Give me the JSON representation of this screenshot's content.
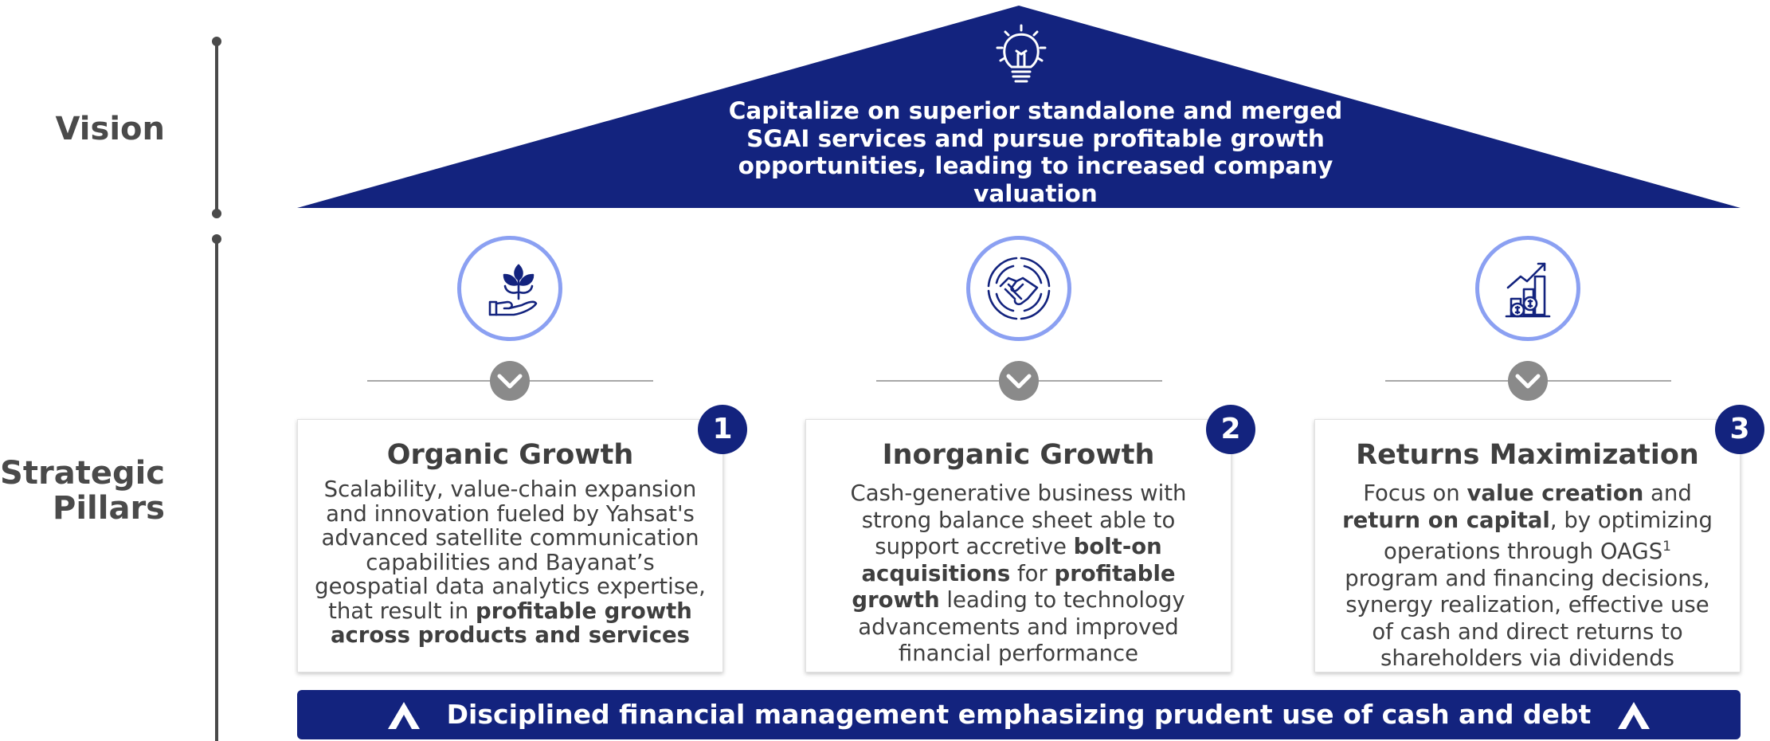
{
  "labels": {
    "vision": "Vision",
    "pillars_line1": "Strategic",
    "pillars_line2": "Pillars"
  },
  "vision": {
    "icon": "lightbulb-icon",
    "lines": [
      "Capitalize on superior standalone and merged",
      "SGAI services and pursue profitable growth",
      "opportunities, leading to increased company",
      "valuation"
    ]
  },
  "pillars": [
    {
      "number": "1",
      "title": "Organic Growth",
      "icon": "plant-in-hand-icon",
      "lines": [
        "Scalability, value-chain expansion",
        "and innovation fueled by Yahsat's",
        "advanced satellite communication",
        "capabilities and Bayanat’s",
        "geospatial data analytics expertise,",
        {
          "pre": "that result in ",
          "bold": "profitable growth"
        },
        {
          "bold": "across products and services"
        }
      ]
    },
    {
      "number": "2",
      "title": "Inorganic Growth",
      "icon": "handshake-icon",
      "lines": [
        "Cash-generative business with",
        "strong balance sheet able to",
        {
          "pre": "support accretive ",
          "bold": "bolt-on"
        },
        {
          "bold": "acquisitions",
          "post": " for ",
          "bold2": "profitable"
        },
        {
          "bold": "growth",
          "post": " leading to technology"
        },
        "advancements and improved",
        "financial performance"
      ]
    },
    {
      "number": "3",
      "title": "Returns Maximization",
      "icon": "growth-chart-money-icon",
      "lines": [
        {
          "pre": "Focus on ",
          "bold": "value creation",
          "post": " and"
        },
        {
          "bold": "return on capital",
          "post": ", by optimizing"
        },
        {
          "pre": "operations through OAGS",
          "sup": "1"
        },
        "program and financing decisions,",
        "synergy realization, effective use",
        "of cash and direct returns to",
        "shareholders via dividends"
      ]
    }
  ],
  "foundation": {
    "text": "Disciplined financial management emphasizing prudent use of cash and debt",
    "icon": "chevron-up-icon"
  },
  "colors": {
    "navy": "#13237e",
    "gray_text": "#3f3f3f",
    "circle_ring": "#8ba0f2",
    "chevron_gray": "#8a8a8a"
  }
}
